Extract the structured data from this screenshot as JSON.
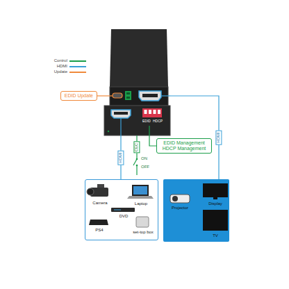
{
  "diagram": {
    "nodes": [
      {
        "text": [
          "EDID Update"
        ]
      },
      {
        "text": [
          "EDID Management HDCP Management"
        ]
      },
      {
        "text": [
          "Camera",
          "Laptop",
          "DVD",
          "PS4",
          "set-top box"
        ]
      },
      {
        "text": [
          "Projector",
          "Display",
          "TV"
        ]
      },
      {
        "text": [
          "EDID",
          "HDCP"
        ]
      }
    ],
    "edges": [
      {
        "from": 0,
        "to": 4,
        "arrow": "none"
      },
      {
        "from": 4,
        "to": 1,
        "arrow": "none"
      },
      {
        "from": 2,
        "to": 4,
        "arrow": "none",
        "label": "HDMI"
      },
      {
        "from": 4,
        "to": 3,
        "arrow": "none",
        "label": "HDMI"
      }
    ],
    "labels": [
      "CEC",
      "ON",
      "OFF"
    ],
    "legend": [
      {
        "text": "Control",
        "color": "#1a9e4a"
      },
      {
        "text": "HDMI",
        "color": "#3aa0d8"
      },
      {
        "text": "Update",
        "color": "#f08a3c"
      }
    ]
  }
}
